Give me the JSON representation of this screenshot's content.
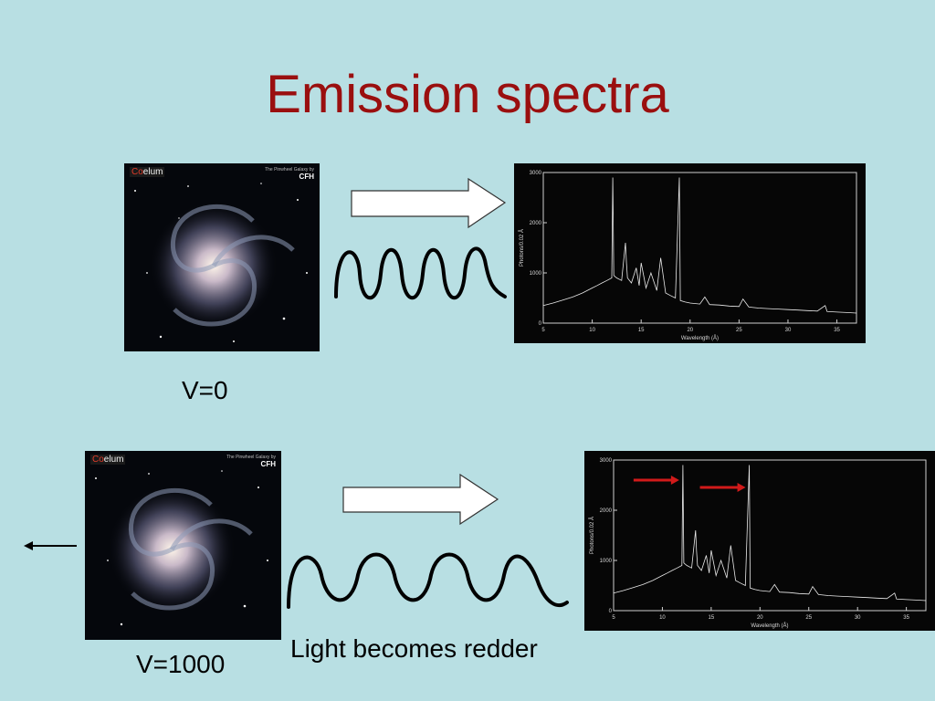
{
  "slide": {
    "title": "Emission spectra",
    "title_color": "#9a0f0f",
    "background": "#b8dfe3"
  },
  "top": {
    "velocity_label": "V=0",
    "galaxy_brand": "Coelum",
    "galaxy_caption": "The Pinwheel Galaxy by",
    "galaxy_logo": "CFH"
  },
  "bottom": {
    "velocity_label": "V=1000",
    "redshift_caption": "Light becomes redder",
    "galaxy_brand": "Coelum",
    "galaxy_caption": "The Pinwheel Galaxy by",
    "galaxy_logo": "CFH",
    "marker_color": "#d11a1a"
  },
  "chart_data": [
    {
      "type": "line",
      "xlabel": "Wavelength (Å)",
      "ylabel": "Photons/0.02 Å",
      "xlim": [
        5,
        37
      ],
      "ylim": [
        0,
        3000
      ],
      "xticks": [
        5,
        10,
        15,
        20,
        25,
        30,
        35
      ],
      "yticks": [
        0,
        1000,
        2000,
        3000
      ],
      "x": [
        5,
        6,
        7,
        8,
        9,
        10,
        10.5,
        11,
        11.5,
        12,
        12.1,
        12.2,
        12.5,
        13,
        13.4,
        13.5,
        13.6,
        14,
        14.5,
        14.8,
        15,
        15.5,
        16,
        16.6,
        17,
        17.5,
        18,
        18.5,
        18.9,
        19,
        19.5,
        20,
        21,
        21.5,
        22,
        23,
        24,
        25,
        25.4,
        26,
        27,
        28,
        29,
        30,
        31,
        32,
        33,
        33.8,
        34,
        35,
        36,
        37
      ],
      "y": [
        350,
        400,
        460,
        520,
        600,
        700,
        750,
        800,
        850,
        900,
        2900,
        950,
        900,
        850,
        1600,
        1200,
        900,
        800,
        1100,
        750,
        1200,
        700,
        1000,
        650,
        1300,
        600,
        550,
        500,
        2900,
        450,
        420,
        400,
        380,
        520,
        370,
        360,
        340,
        330,
        480,
        320,
        300,
        290,
        280,
        270,
        260,
        250,
        240,
        350,
        230,
        220,
        210,
        200
      ]
    },
    {
      "type": "line",
      "xlabel": "Wavelength (Å)",
      "ylabel": "Photons/0.02 Å",
      "xlim": [
        5,
        37
      ],
      "ylim": [
        0,
        3000
      ],
      "xticks": [
        5,
        10,
        15,
        20,
        25,
        30,
        35
      ],
      "yticks": [
        0,
        1000,
        2000,
        3000
      ],
      "x": [
        5,
        6,
        7,
        8,
        9,
        10,
        10.5,
        11,
        11.5,
        12,
        12.1,
        12.2,
        12.5,
        13,
        13.4,
        13.5,
        13.6,
        14,
        14.5,
        14.8,
        15,
        15.5,
        16,
        16.6,
        17,
        17.5,
        18,
        18.5,
        18.9,
        19,
        19.5,
        20,
        21,
        21.5,
        22,
        23,
        24,
        25,
        25.4,
        26,
        27,
        28,
        29,
        30,
        31,
        32,
        33,
        33.8,
        34,
        35,
        36,
        37
      ],
      "y": [
        350,
        400,
        460,
        520,
        600,
        700,
        750,
        800,
        850,
        900,
        2900,
        950,
        900,
        850,
        1600,
        1200,
        900,
        800,
        1100,
        750,
        1200,
        700,
        1000,
        650,
        1300,
        600,
        550,
        500,
        2900,
        450,
        420,
        400,
        380,
        520,
        370,
        360,
        340,
        330,
        480,
        320,
        300,
        290,
        280,
        270,
        260,
        250,
        240,
        350,
        230,
        220,
        210,
        200
      ]
    }
  ]
}
